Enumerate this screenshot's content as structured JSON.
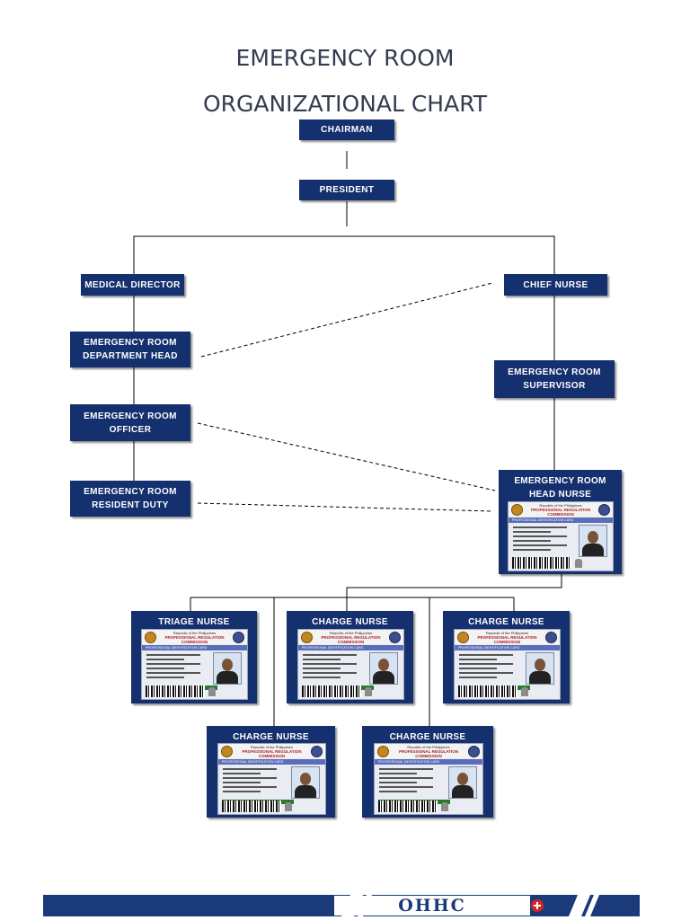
{
  "title": {
    "line1": "EMERGENCY ROOM",
    "line2": "ORGANIZATIONAL CHART"
  },
  "boxes": {
    "chairman": "CHAIRMAN",
    "president": "PRESIDENT",
    "medical_director": "MEDICAL DIRECTOR",
    "chief_nurse": "CHIEF NURSE",
    "er_department_head": "EMERGENCY ROOM\nDEPARTMENT HEAD",
    "er_supervisor": "EMERGENCY ROOM\nSUPERVISOR",
    "er_officer": "EMERGENCY ROOM\nOFFICER",
    "er_resident_duty": "EMERGENCY ROOM\nRESIDENT DUTY",
    "er_head_nurse": "EMERGENCY ROOM\nHEAD NURSE"
  },
  "nurse_cards": [
    {
      "title": "TRIAGE NURSE"
    },
    {
      "title": "CHARGE NURSE"
    },
    {
      "title": "CHARGE NURSE"
    },
    {
      "title": "CHARGE  NURSE"
    },
    {
      "title": "CHARGE NURSE"
    }
  ],
  "id_card": {
    "republic": "Republic of the Philippines",
    "agency": "PROFESSIONAL REGULATION COMMISSION",
    "band": "PROFESSIONAL IDENTIFICATION CARD"
  },
  "footer": {
    "logo_text": "OHHC",
    "colors": {
      "bar": "#1a3a7a",
      "cross": "#d02626"
    }
  },
  "colors": {
    "box_fill": "#14306e",
    "title_text": "#333c4e"
  },
  "icons": [
    "prc-seal-icon",
    "person-photo-icon",
    "barcode-icon",
    "medical-cross-icon"
  ]
}
